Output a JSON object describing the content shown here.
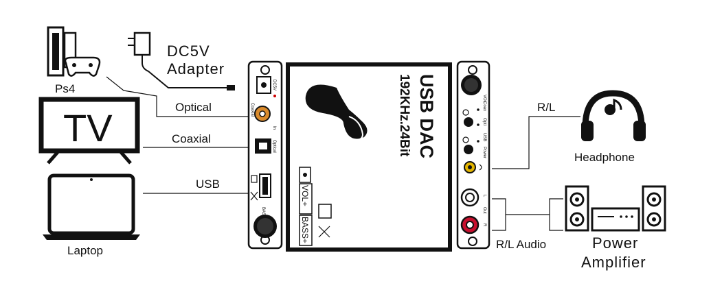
{
  "devices": {
    "ps4": "Ps4",
    "tv": "TV",
    "laptop": "Laptop",
    "adapter": [
      "DC5V",
      "Adapter"
    ],
    "headphone": "Headphone",
    "amplifier": [
      "Power",
      "Amplifier"
    ]
  },
  "connections": {
    "optical": "Optical",
    "coaxial": "Coaxial",
    "usb": "USB",
    "rl": "R/L",
    "rl_audio": "R/L Audio"
  },
  "dac_main": {
    "title": "USB DAC",
    "subtitle": "192KHz.24Bit",
    "vol_label": "VOL+",
    "bass_label": "BASS+"
  },
  "input_panel": {
    "dc5v": "DC5V",
    "coaxial": "Coaxial",
    "optical": "Optical",
    "in": "In",
    "bass": "BASS"
  },
  "output_panel": {
    "vol": "VOL",
    "coax": "Coax",
    "opti": "Opti",
    "usb": "USB",
    "power": "Power",
    "out": "Out",
    "l": "L",
    "r": "R"
  }
}
